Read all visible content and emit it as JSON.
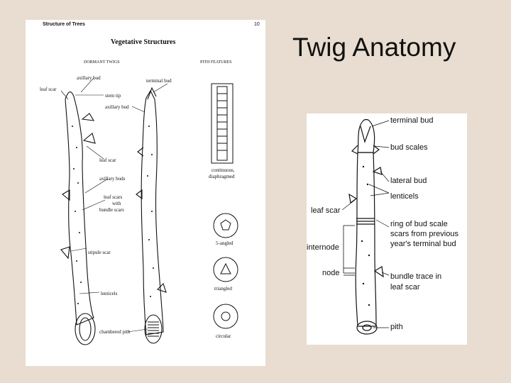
{
  "slide": {
    "title": "Twig Anatomy"
  },
  "left_figure": {
    "header_left": "Structure of Trees",
    "header_right": "10",
    "heading": "Vegetative Structures",
    "col_left": "DORMANT TWIGS",
    "col_right": "PITH FEATURES",
    "labels": {
      "axillary_bud_1": "axillary bud",
      "leaf_scar_1": "leaf scar",
      "stem_tip": "stem tip",
      "terminal_bud": "terminal bud",
      "axillary_bud_2": "axillary bud",
      "leaf_scar_2": "leaf scar",
      "axillary_buds": "axillary buds",
      "leaf_scars_with_1": "leaf scars",
      "leaf_scars_with_2": "with",
      "leaf_scars_with_3": "bundle scars",
      "stipule_scar": "stipule scar",
      "lenticels": "lenticels",
      "chambered_pith": "chambered pith",
      "continuous_1": "continuous,",
      "continuous_2": "diaphragmed",
      "five_angled": "5-angled",
      "triangled": "triangled",
      "circular": "circular"
    }
  },
  "right_figure": {
    "labels": {
      "terminal_bud": "terminal bud",
      "bud_scales": "bud scales",
      "lateral_bud": "lateral bud",
      "lenticels": "lenticels",
      "leaf_scar": "leaf scar",
      "ring_1": "ring of bud scale",
      "ring_2": "scars from previous",
      "ring_3": "year's terminal bud",
      "internode": "internode",
      "node": "node",
      "bundle_1": "bundle trace in",
      "bundle_2": "leaf scar",
      "pith": "pith"
    }
  }
}
